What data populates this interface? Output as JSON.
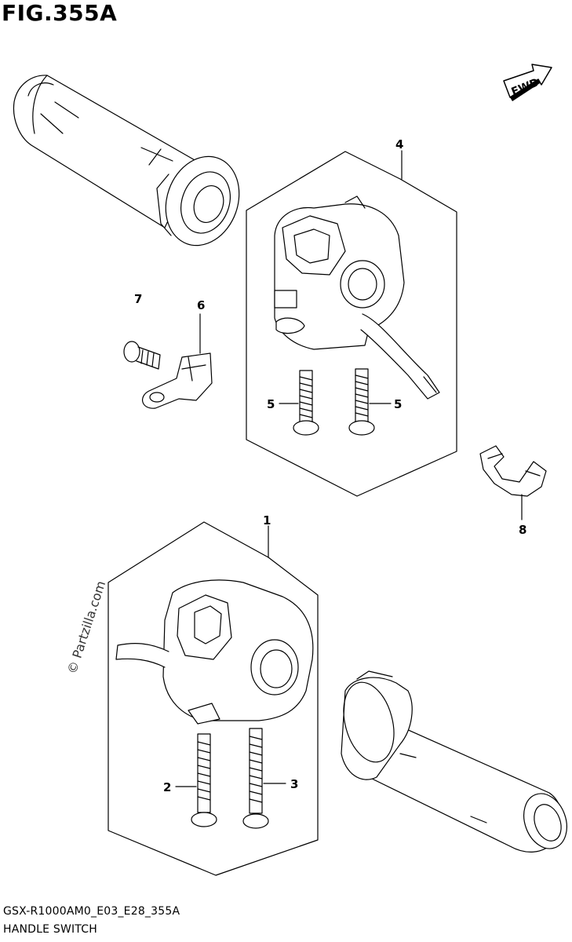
{
  "figure": {
    "title": "FIG.355A",
    "fwd_label": "FWD",
    "watermark": "© Partzilla.com",
    "model_code": "GSX-R1000AM0_E03_E28_355A",
    "caption": "HANDLE SWITCH"
  },
  "callouts": [
    {
      "id": "1",
      "part": "right handle switch assembly"
    },
    {
      "id": "2",
      "part": "screw"
    },
    {
      "id": "3",
      "part": "screw"
    },
    {
      "id": "4",
      "part": "left handle switch assembly"
    },
    {
      "id": "5",
      "part": "screw"
    },
    {
      "id": "6",
      "part": "clamp"
    },
    {
      "id": "7",
      "part": "bolt"
    },
    {
      "id": "8",
      "part": "clamp"
    }
  ],
  "colors": {
    "line": "#000000",
    "background": "#ffffff"
  }
}
